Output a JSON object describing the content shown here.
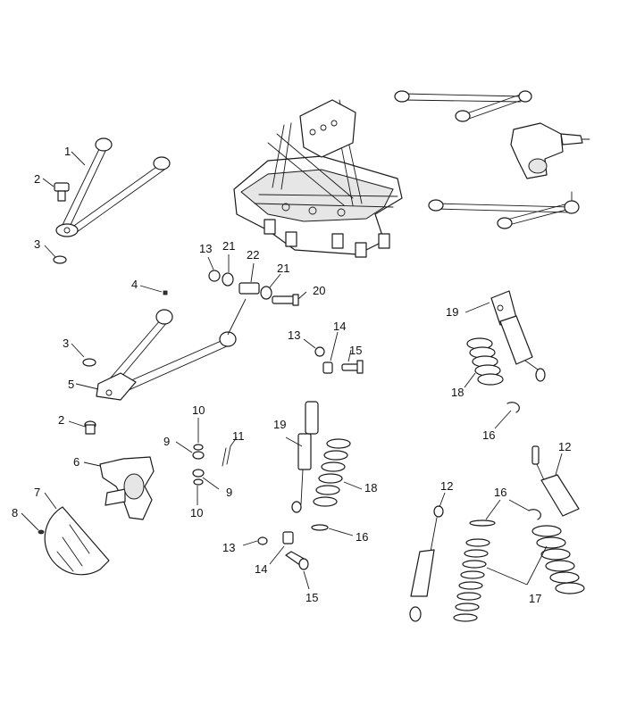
{
  "diagram": {
    "callouts": [
      "1",
      "2",
      "3",
      "13",
      "21",
      "22",
      "4",
      "21",
      "20",
      "3",
      "5",
      "14",
      "13",
      "15",
      "19",
      "18",
      "16",
      "2",
      "10",
      "9",
      "11",
      "6",
      "19",
      "18",
      "12",
      "7",
      "8",
      "9",
      "10",
      "16",
      "12",
      "16",
      "13",
      "14",
      "15",
      "17"
    ]
  }
}
